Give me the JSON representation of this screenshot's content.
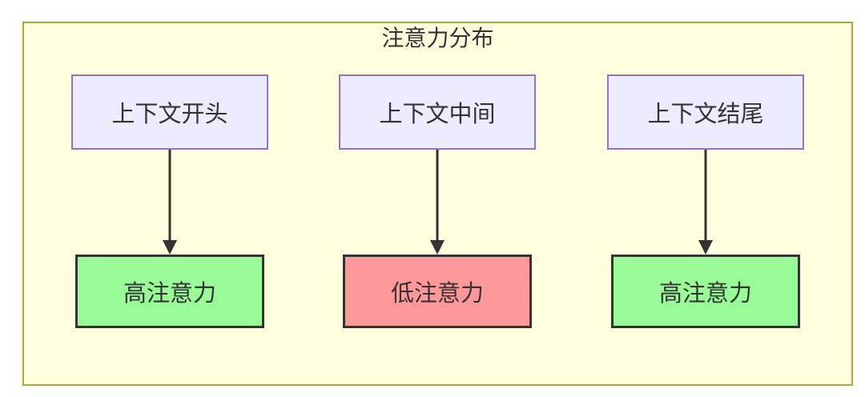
{
  "diagram": {
    "type": "flowchart-top-down",
    "title": "注意力分布",
    "colors": {
      "page_bg": "#ffffff",
      "container_fill": "#ffffde",
      "container_border": "#aaaa33",
      "source_fill": "#ececff",
      "source_border": "#9370db",
      "high_fill": "#98fb98",
      "low_fill": "#ff9999",
      "result_border": "#333333",
      "arrow": "#333333",
      "text": "#333333"
    },
    "columns": [
      {
        "source": "上下文开头",
        "result": "高注意力",
        "level": "high"
      },
      {
        "source": "上下文中间",
        "result": "低注意力",
        "level": "low"
      },
      {
        "source": "上下文结尾",
        "result": "高注意力",
        "level": "high"
      }
    ]
  }
}
